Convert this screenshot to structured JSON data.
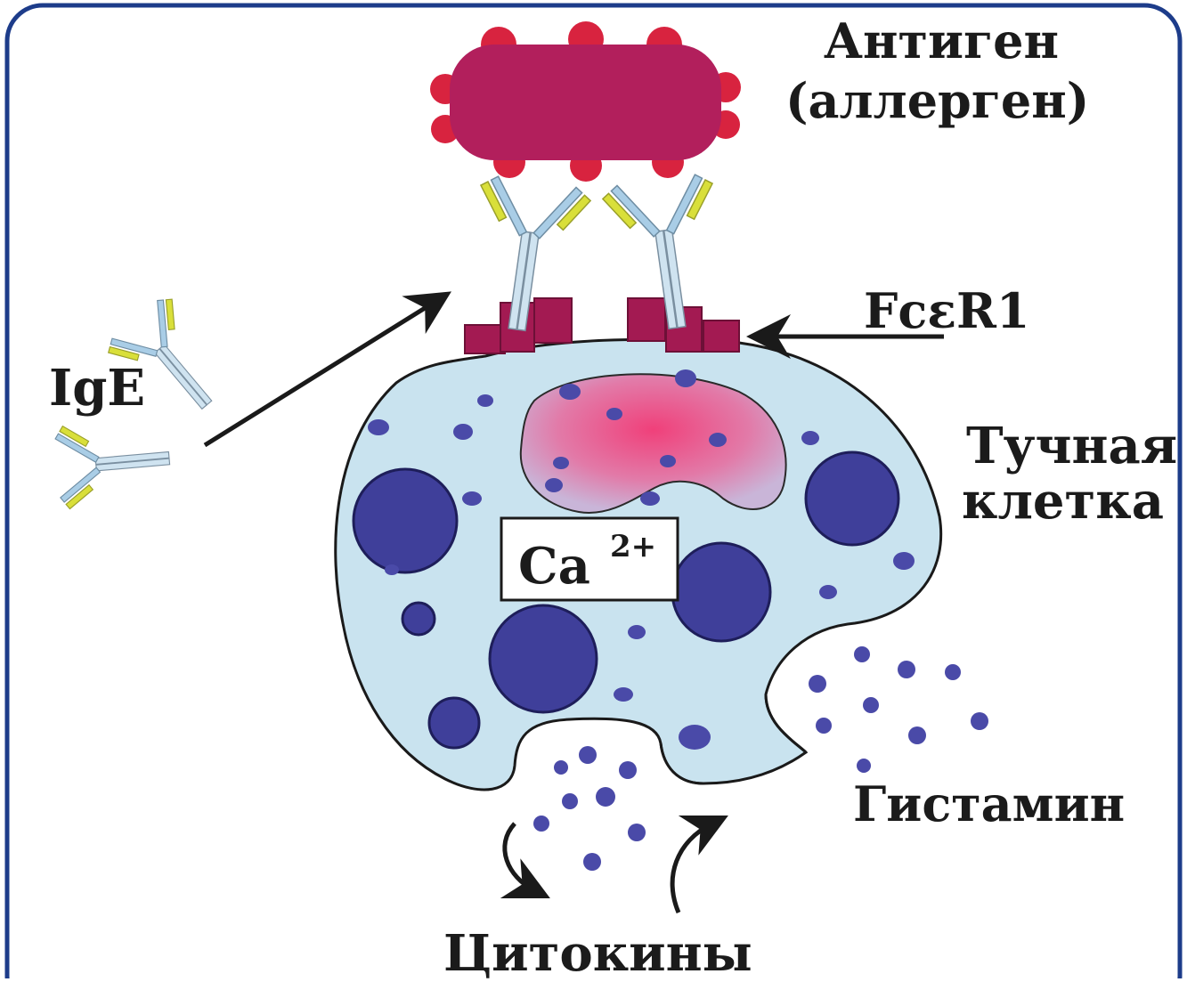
{
  "labels": {
    "antigen_line1": "Антиген",
    "antigen_line2": "(аллерген)",
    "ige": "IgE",
    "receptor": "FcεR1",
    "mast_cell_line1": "Тучная",
    "mast_cell_line2": "клетка",
    "calcium_base": "Ca",
    "calcium_charge": "2+",
    "histamine": "Гистамин",
    "cytokines": "Цитокины"
  },
  "colors": {
    "frame": "#1d3c8a",
    "antigen": "#b21f5c",
    "antigen_spikes": "#d8233f",
    "receptor": "#a31a52",
    "cell_fill": "#c9e3ef",
    "granule": "#3f3f9a",
    "granule_dark": "#1e1e5a",
    "nucleus": "#e0367a",
    "antibody_light": "#a9cde6",
    "antibody_yellow": "#d9df3a",
    "arrow": "#1a1a1a"
  }
}
